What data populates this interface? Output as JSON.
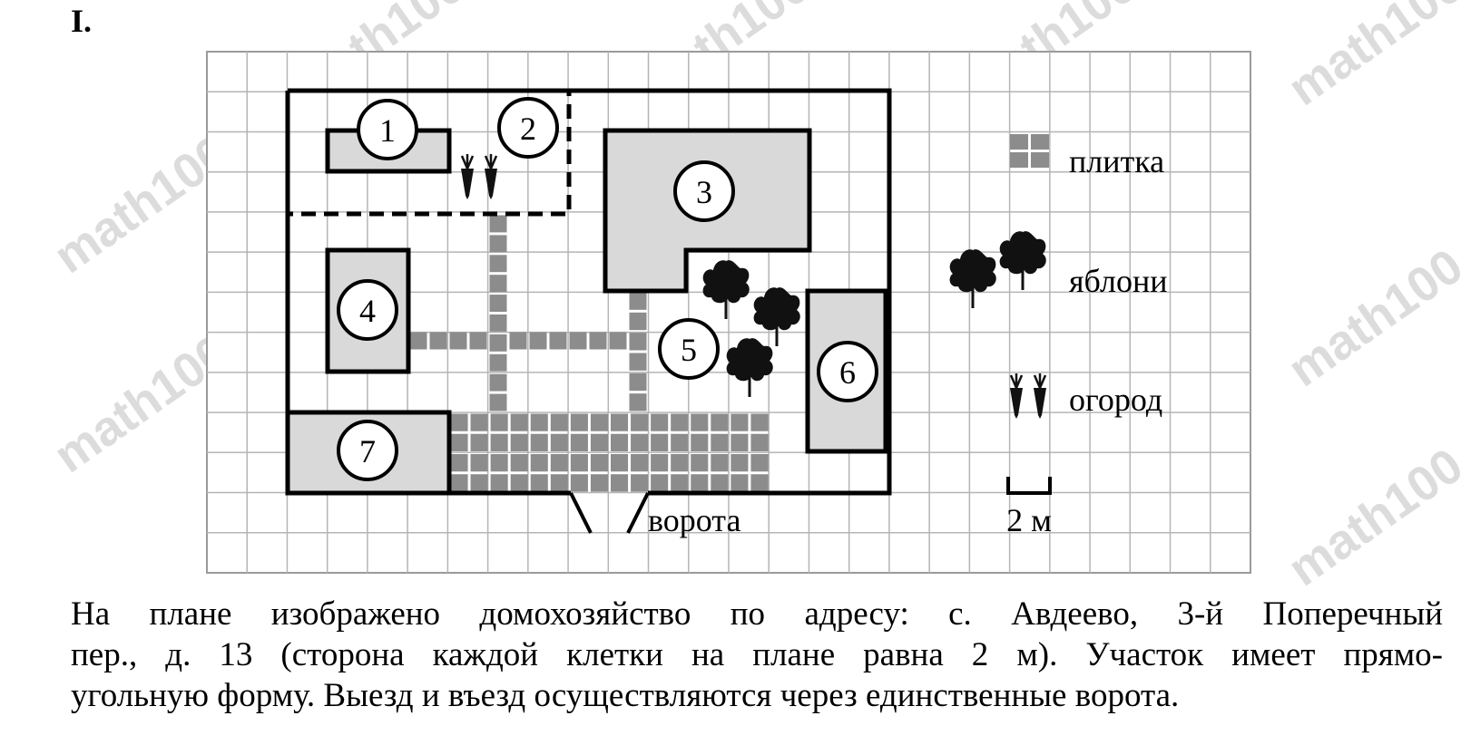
{
  "task_number": "I.",
  "plan": {
    "zones": [
      {
        "id": "1",
        "label": "1"
      },
      {
        "id": "2",
        "label": "2"
      },
      {
        "id": "3",
        "label": "3"
      },
      {
        "id": "4",
        "label": "4"
      },
      {
        "id": "5",
        "label": "5"
      },
      {
        "id": "6",
        "label": "6"
      },
      {
        "id": "7",
        "label": "7"
      }
    ],
    "gate_label": "ворота",
    "legend": {
      "tile": "плитка",
      "apple_trees": "яблони",
      "garden": "огород",
      "scale": "2 м"
    },
    "colors": {
      "building_fill": "#d9d9d9",
      "tile": "#8c8c8c",
      "grid": "#b5b5b5",
      "outline": "#000000"
    }
  },
  "description": {
    "line1": "На плане изображено домохозяйство по адресу: с. Авдеево, 3-й Поперечный",
    "line2": "пер., д. 13 (сторона каждой клетки на плане равна 2 м). Участок имеет прямо-",
    "line3": "угольную форму. Выезд и въезд осуществляются через единственные ворота."
  },
  "watermark": "math100.ru"
}
